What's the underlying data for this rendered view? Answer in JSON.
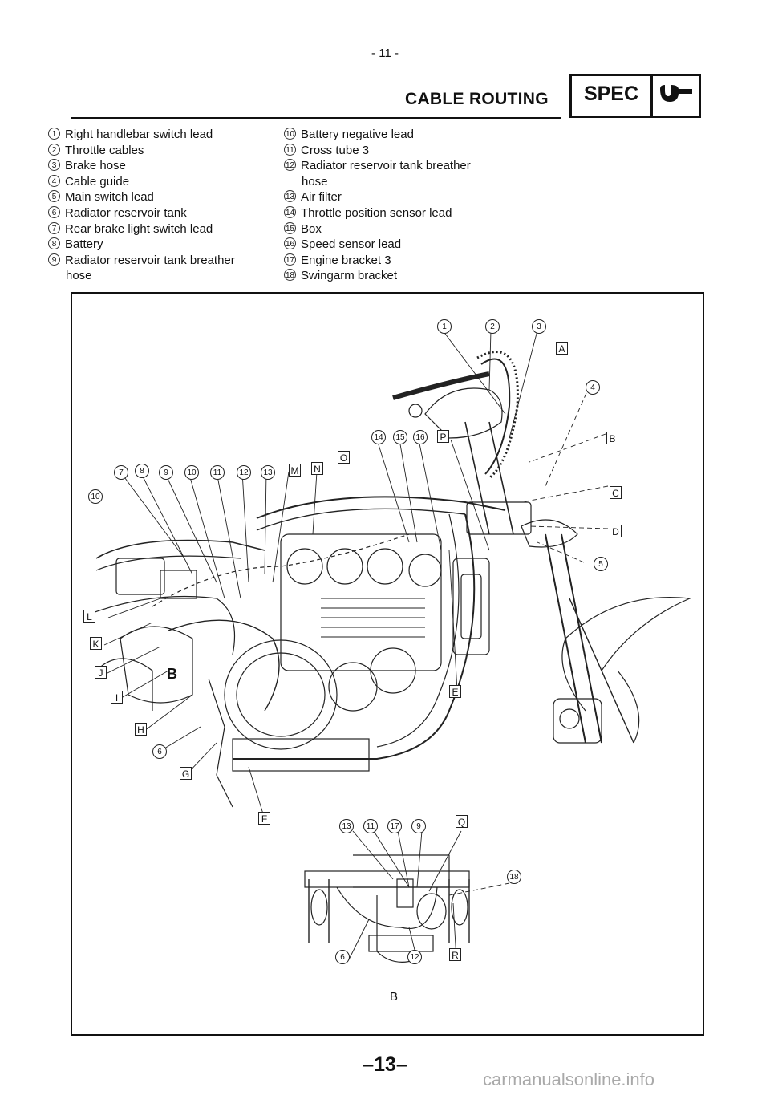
{
  "header": {
    "page_number": "- 11 -",
    "section_title": "CABLE ROUTING",
    "spec_label": "SPEC"
  },
  "legend_left": [
    {
      "num": "1",
      "text": "Right handlebar switch lead"
    },
    {
      "num": "2",
      "text": "Throttle cables"
    },
    {
      "num": "3",
      "text": "Brake hose"
    },
    {
      "num": "4",
      "text": "Cable guide"
    },
    {
      "num": "5",
      "text": "Main switch lead"
    },
    {
      "num": "6",
      "text": "Radiator reservoir tank"
    },
    {
      "num": "7",
      "text": "Rear brake light switch lead"
    },
    {
      "num": "8",
      "text": "Battery"
    },
    {
      "num": "9",
      "text": "Radiator reservoir tank breather",
      "cont": "hose"
    }
  ],
  "legend_right": [
    {
      "num": "10",
      "text": "Battery negative lead"
    },
    {
      "num": "11",
      "text": "Cross tube 3"
    },
    {
      "num": "12",
      "text": "Radiator reservoir tank breather",
      "cont": "hose"
    },
    {
      "num": "13",
      "text": "Air filter"
    },
    {
      "num": "14",
      "text": "Throttle position sensor lead"
    },
    {
      "num": "15",
      "text": "Box"
    },
    {
      "num": "16",
      "text": "Speed sensor lead"
    },
    {
      "num": "17",
      "text": "Engine bracket 3"
    },
    {
      "num": "18",
      "text": "Swingarm bracket"
    }
  ],
  "diagram": {
    "callouts": {
      "c1": "1",
      "c2": "2",
      "c3": "3",
      "c4": "4",
      "c5": "5",
      "c6": "6",
      "c7": "7",
      "c8": "8",
      "c9": "9",
      "c10a": "10",
      "c10b": "10",
      "c11": "11",
      "c12": "12",
      "c13": "13",
      "c14": "14",
      "c15": "15",
      "c16": "16",
      "d13": "13",
      "d11": "11",
      "d17": "17",
      "d9": "9",
      "d18": "18",
      "d6": "6",
      "d12": "12"
    },
    "letters": {
      "A": "A",
      "B": "B",
      "C": "C",
      "D": "D",
      "E": "E",
      "F": "F",
      "G": "G",
      "H": "H",
      "I": "I",
      "J": "J",
      "K": "K",
      "L": "L",
      "M": "M",
      "N": "N",
      "O": "O",
      "P": "P",
      "Q": "Q",
      "R": "R"
    },
    "frame_b_label": "B",
    "detail_caption": "B"
  },
  "footer": {
    "page_number": "–13–",
    "watermark": "carmanualsonline.info"
  }
}
